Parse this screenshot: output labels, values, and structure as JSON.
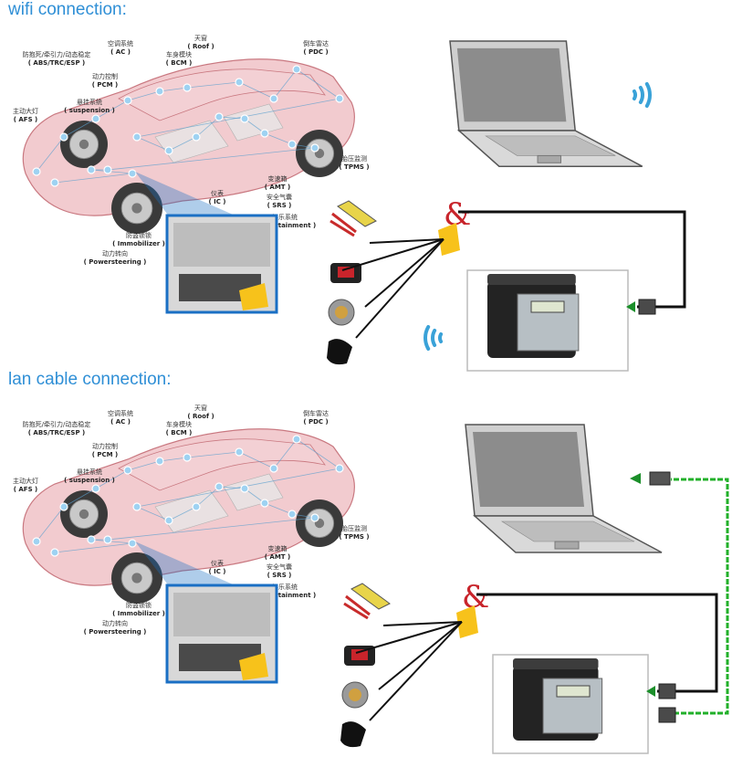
{
  "sections": [
    {
      "id": "wifi",
      "title": "wifi connection:",
      "wireless": true
    },
    {
      "id": "lan",
      "title": "lan cable connection:",
      "wireless": false
    }
  ],
  "car_labels": [
    {
      "key": "abs",
      "cn": "防抱死/牵引力/动态稳定",
      "en": "ABS/TRC/ESP"
    },
    {
      "key": "ac",
      "cn": "空调系统",
      "en": "AC"
    },
    {
      "key": "roof",
      "cn": "天窗",
      "en": "Roof"
    },
    {
      "key": "bcm",
      "cn": "车身模块",
      "en": "BCM"
    },
    {
      "key": "pdc",
      "cn": "倒车雷达",
      "en": "PDC"
    },
    {
      "key": "pcm",
      "cn": "动力控制",
      "en": "PCM"
    },
    {
      "key": "suspension",
      "cn": "悬挂系统",
      "en": "suspension"
    },
    {
      "key": "afs",
      "cn": "主动大灯",
      "en": "AFS"
    },
    {
      "key": "tpms",
      "cn": "胎压监测",
      "en": "TPMS"
    },
    {
      "key": "amt",
      "cn": "变速箱",
      "en": "AMT"
    },
    {
      "key": "ic",
      "cn": "仪表",
      "en": "IC"
    },
    {
      "key": "srs",
      "cn": "安全气囊",
      "en": "SRS"
    },
    {
      "key": "entertainment",
      "cn": "娱乐系统",
      "en": "Entertainment"
    },
    {
      "key": "immobilizer",
      "cn": "防盗锁锁",
      "en": "Immobilizer"
    },
    {
      "key": "powersteering",
      "cn": "动力转向",
      "en": "Powersteering"
    }
  ],
  "symbol": "&",
  "colors": {
    "title": "#2f8fd6",
    "car_body": "#e8a0a8",
    "node": "#9ed2f2",
    "zoom_frame": "#1a6fc4",
    "cable": "#111111",
    "lan_cable": "#22b02a",
    "wifi_waves": "#3aa2d8",
    "ampersand": "#c8242b",
    "connector_yellow": "#f7c21b"
  }
}
